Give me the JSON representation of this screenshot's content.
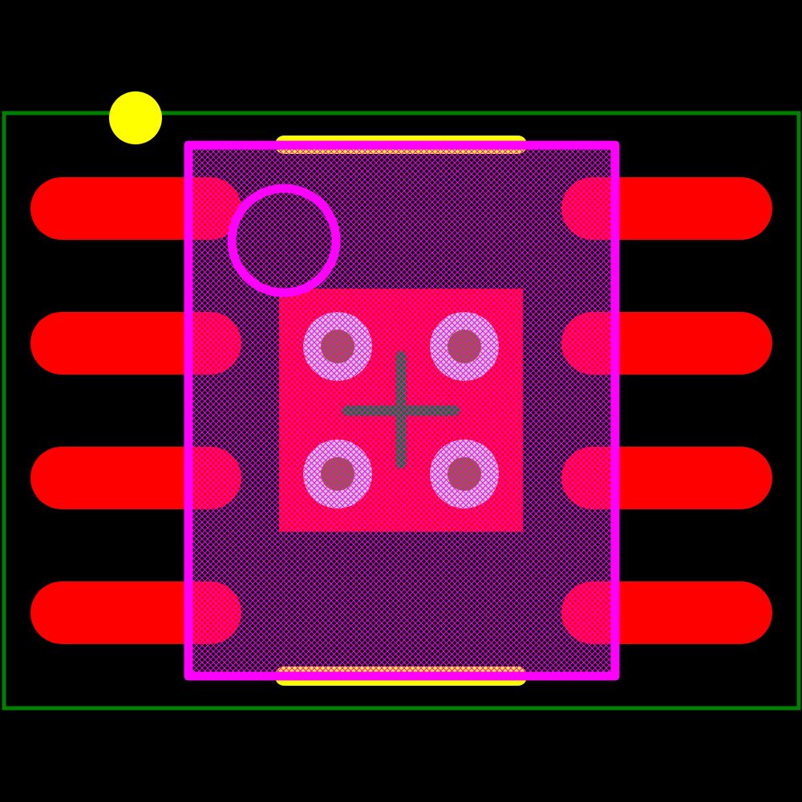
{
  "colors": {
    "background": "#000000",
    "copper_pad": "#ff0000",
    "silkscreen": "#ff00ff",
    "hatch": "#ff00ff",
    "courtyard": "#007f00",
    "marker": "#ffff00",
    "via_annulus": "#c8c8c8",
    "via_drill": "#7f6a1a",
    "center_cross": "#007f00"
  },
  "footprint": {
    "pin_count": 8,
    "pins_per_side": 4,
    "thermal_vias": 4,
    "icons": [
      "pin1-marker-dot",
      "pin1-silkscreen-circle",
      "center-crosshair"
    ]
  }
}
